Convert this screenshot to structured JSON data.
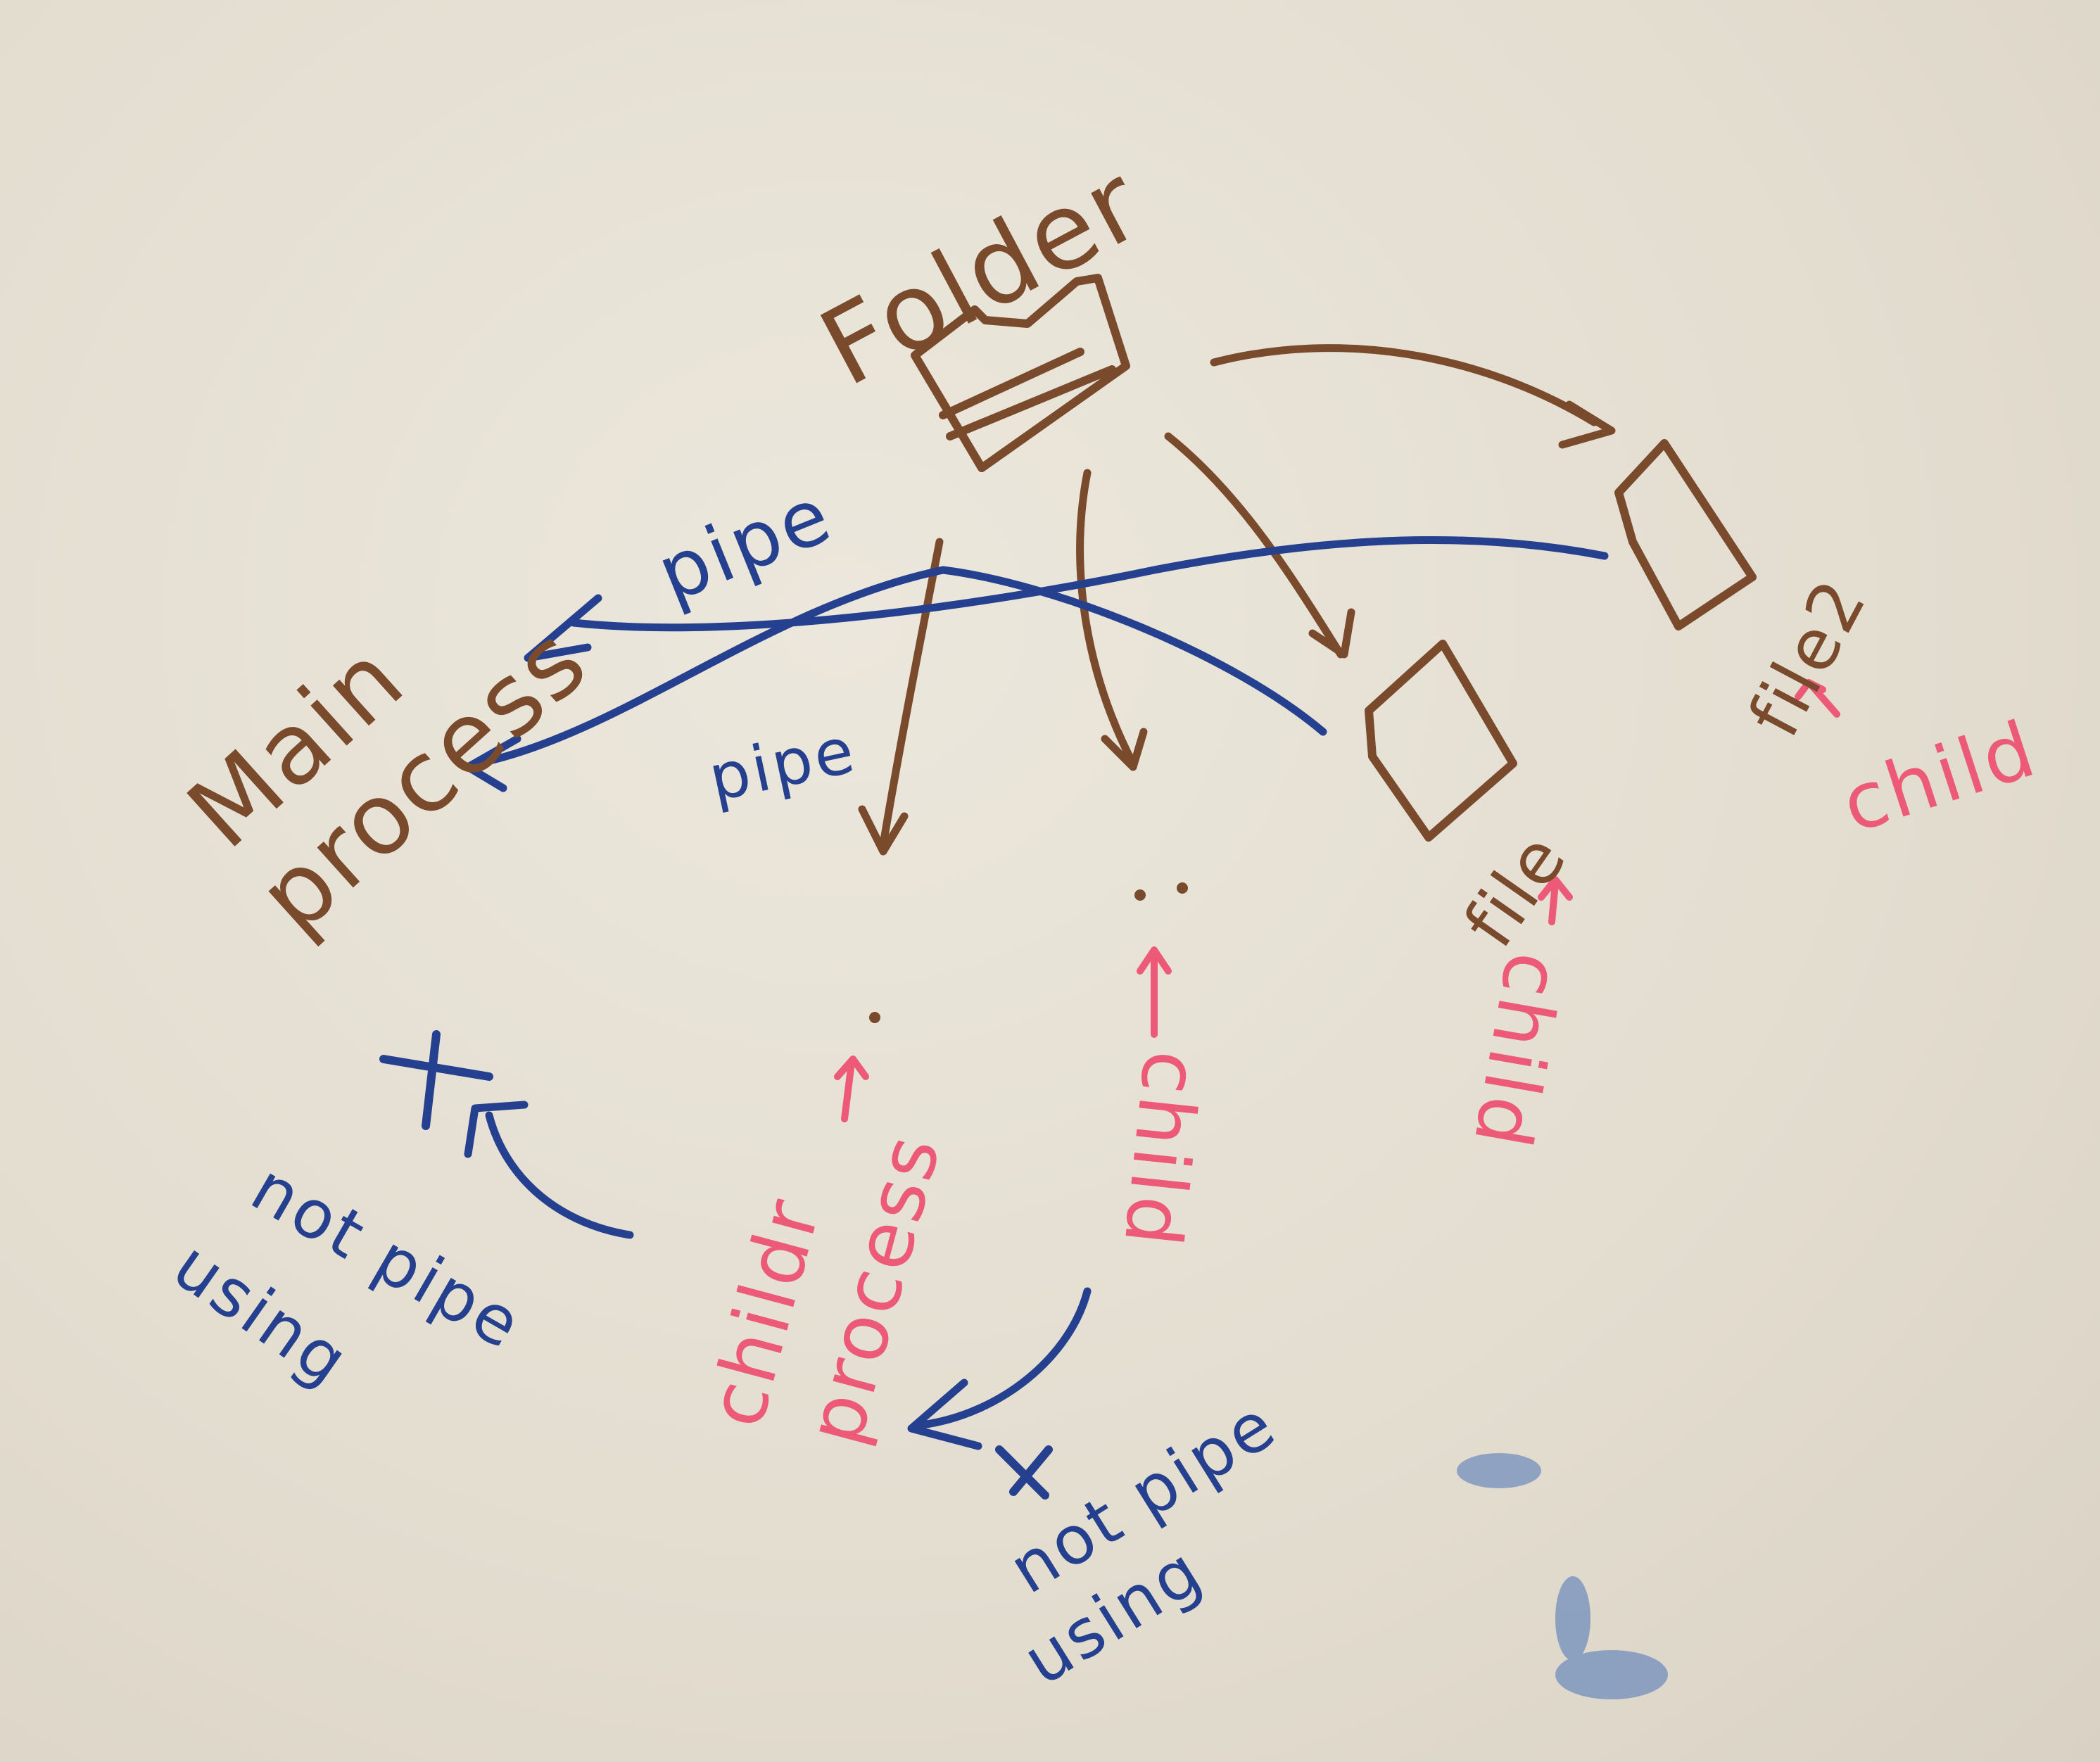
{
  "colors": {
    "paper": "#e7e2d6",
    "brown_ink": "#7a4a2c",
    "blue_ink": "#25408f",
    "pink_ink": "#ec5a78"
  },
  "labels": {
    "folder": "Folder",
    "main": "Main",
    "process": "process",
    "pipe_top": "pipe",
    "pipe_bottom": "pipe",
    "file": "file",
    "file2": "file2",
    "child_file2": "child",
    "child_file": "child",
    "child_middle": "child",
    "children_process_1": "childr",
    "children_process_2": "process",
    "not_pipe_left_1": "not pipe",
    "not_pipe_left_2": "using",
    "not_pipe_bottom_1": "not pipe",
    "not_pipe_bottom_2": "using"
  },
  "icons": {
    "folder": "folder-icon",
    "file": "file-icon",
    "file2": "file-icon",
    "cross": "x-mark-icon"
  }
}
